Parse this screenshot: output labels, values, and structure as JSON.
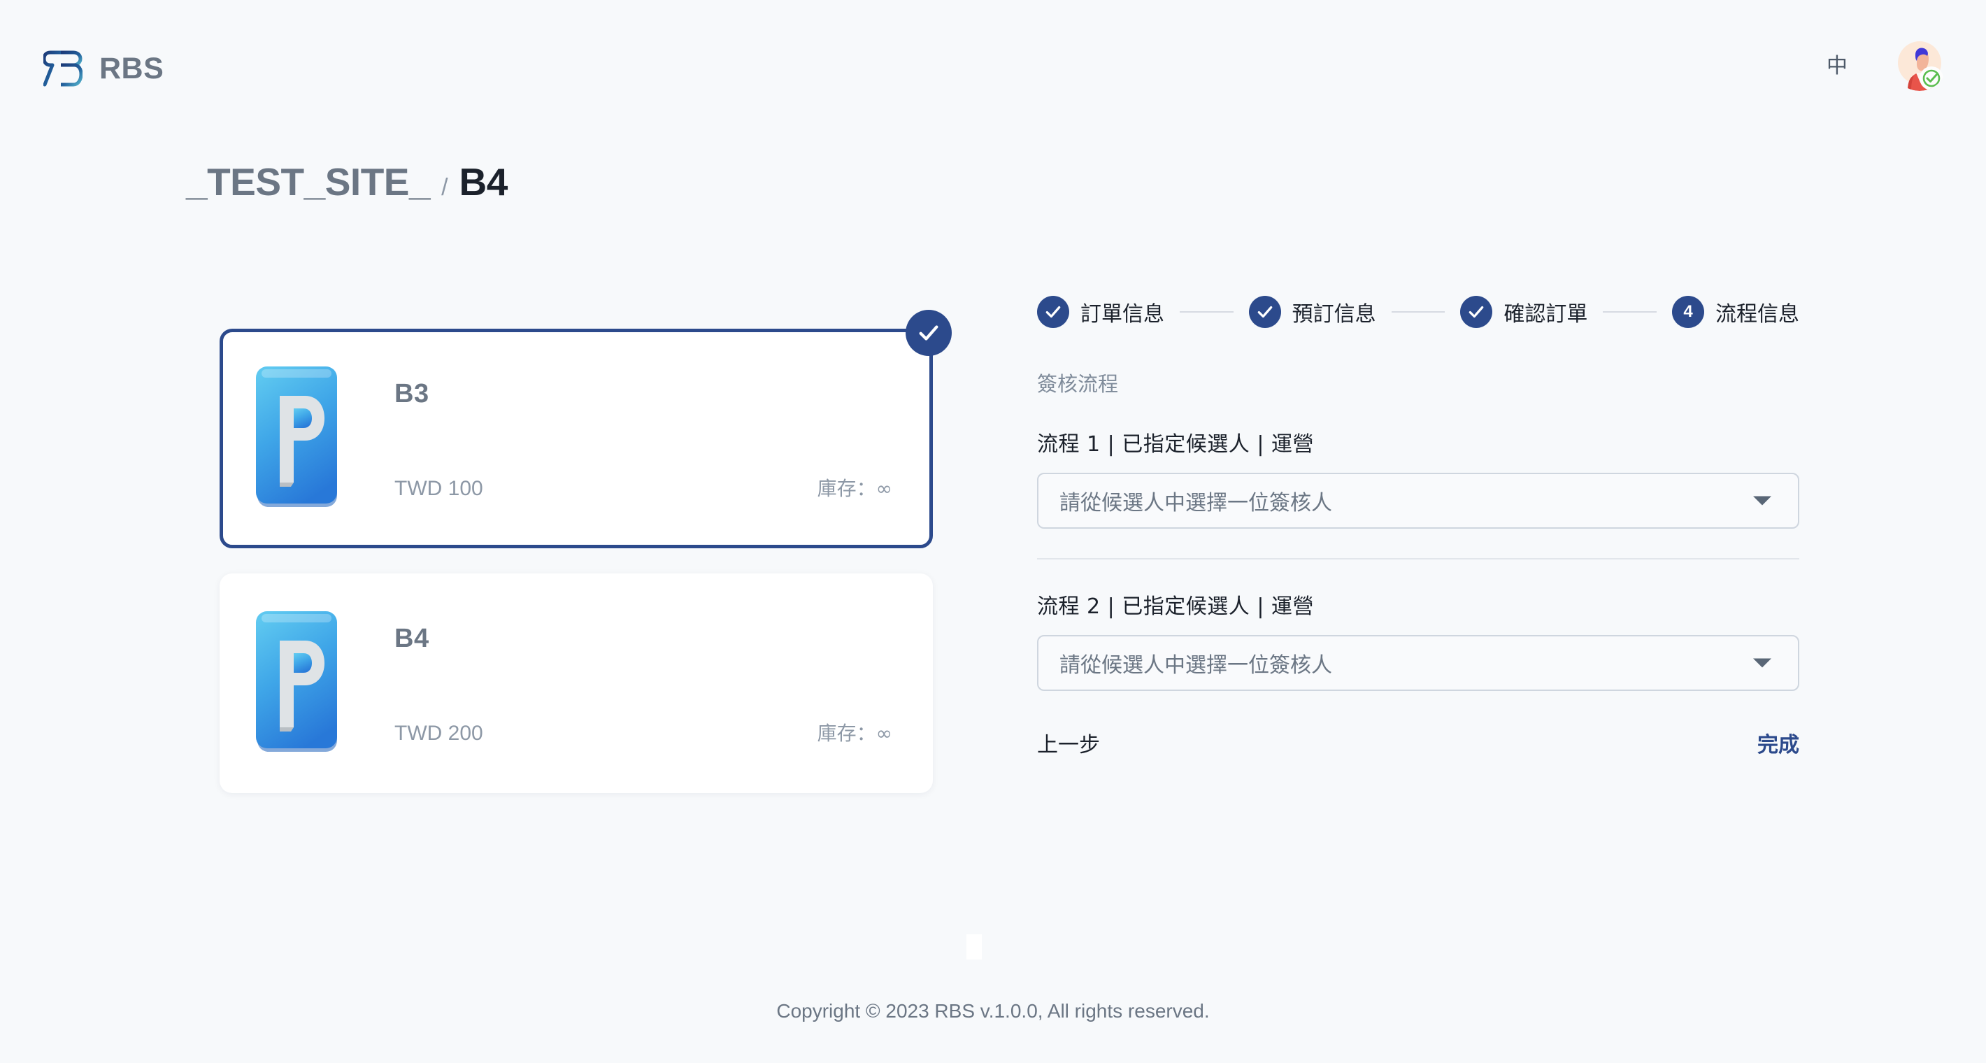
{
  "header": {
    "brand_name": "RBS",
    "logo_icon": "rbs-monogram-icon",
    "lang_label": "中",
    "avatar_icon": "user-avatar-illustration",
    "avatar_badge_icon": "verified-check-icon"
  },
  "breadcrumb": {
    "site": "_TEST_SITE_",
    "separator": "/",
    "current": "B4"
  },
  "products": [
    {
      "name": "B3",
      "price": "TWD 100",
      "stock": "庫存：∞",
      "icon": "product-p-icon",
      "selected": true,
      "badge_icon": "check-icon"
    },
    {
      "name": "B4",
      "price": "TWD 200",
      "stock": "庫存：∞",
      "icon": "product-p-icon",
      "selected": false
    }
  ],
  "stepper": {
    "steps": [
      {
        "label": "訂單信息",
        "state": "done",
        "marker": "check-icon"
      },
      {
        "label": "預訂信息",
        "state": "done",
        "marker": "check-icon"
      },
      {
        "label": "確認訂單",
        "state": "done",
        "marker": "check-icon"
      },
      {
        "label": "流程信息",
        "state": "active",
        "marker": "4"
      }
    ]
  },
  "form": {
    "section_title": "簽核流程",
    "fields": [
      {
        "label": "流程 1 | 已指定候選人 | 運營",
        "placeholder": "請從候選人中選擇一位簽核人",
        "value": ""
      },
      {
        "label": "流程 2 | 已指定候選人 | 運營",
        "placeholder": "請從候選人中選擇一位簽核人",
        "value": ""
      }
    ]
  },
  "actions": {
    "prev_label": "上一步",
    "done_label": "完成"
  },
  "footer": {
    "copyright": "Copyright © 2023 RBS v.1.0.0, All rights reserved."
  },
  "colors": {
    "page_bg": "#f7f9fb",
    "brand_blue": "#2c4a8c",
    "text_dark": "#1b212b",
    "text_muted": "#6b7684",
    "border": "#cfd6df",
    "success_green": "#4caf50"
  }
}
